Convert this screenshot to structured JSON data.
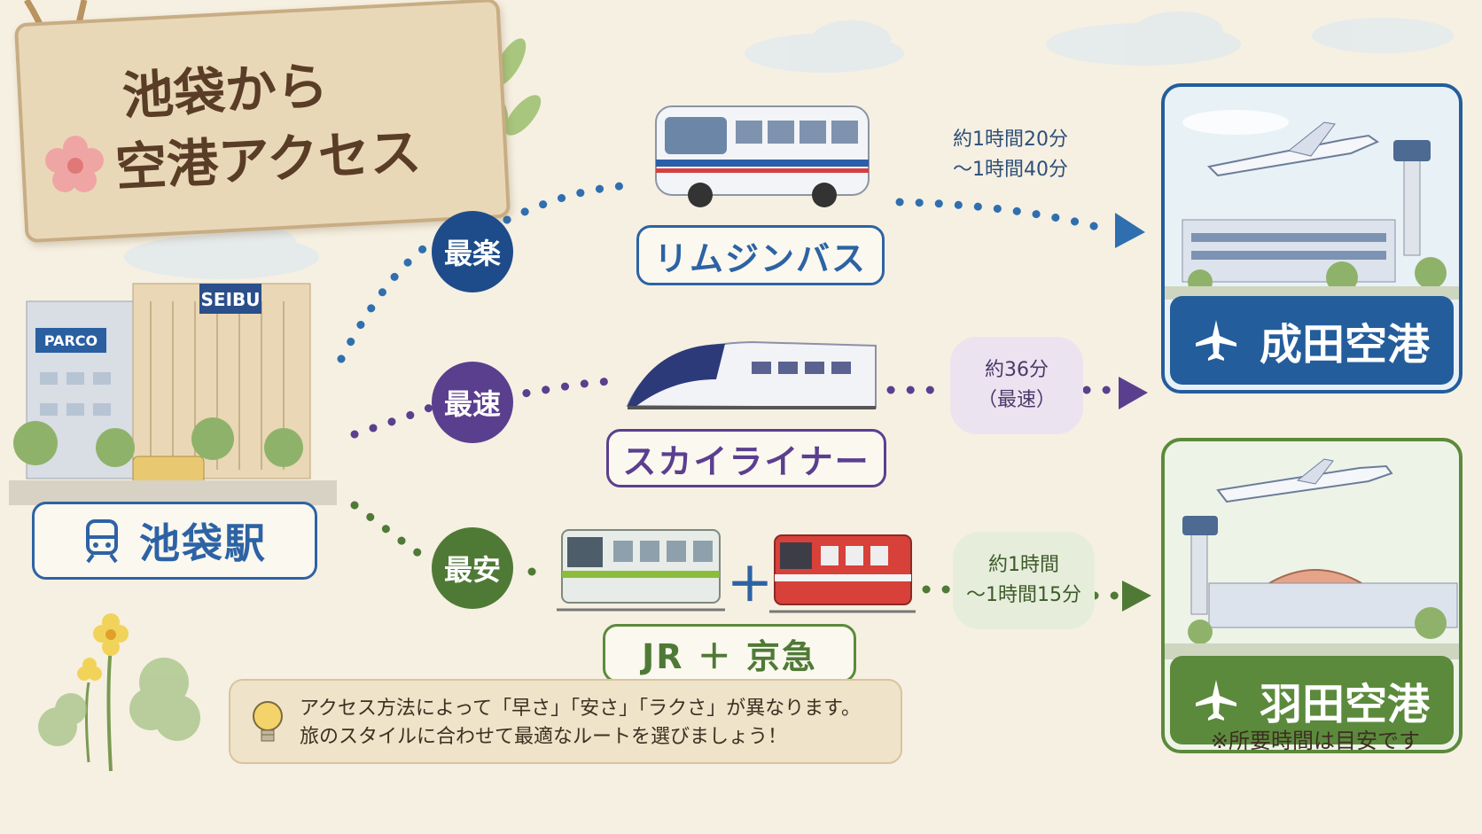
{
  "title": {
    "line1": "池袋から",
    "line2": "空港アクセス"
  },
  "origin": {
    "label": "池袋駅",
    "icon": "train-icon",
    "building_signs": [
      "SEIBU",
      "PARCO"
    ]
  },
  "routes": [
    {
      "badge": "最楽",
      "color": "#1e4c8a",
      "vehicle": "リムジンバス",
      "time_line1": "約1時間20分",
      "time_line2": "〜1時間40分",
      "bubble_color": "#e6eef4",
      "to": "成田空港"
    },
    {
      "badge": "最速",
      "color": "#5b3f8f",
      "vehicle": "スカイライナー",
      "time_line1": "約36分",
      "time_line2": "（最速）",
      "bubble_color": "#ebe3f0",
      "to": "成田空港"
    },
    {
      "badge": "最安",
      "color": "#4f7a36",
      "vehicle": "JR ＋ 京急",
      "time_line1": "約1時間",
      "time_line2": "〜1時間15分",
      "bubble_color": "#e6eedb",
      "to": "羽田空港"
    }
  ],
  "plus_sign": "＋",
  "airports": {
    "narita": {
      "label": "成田空港",
      "color": "#245d9c",
      "icon": "airplane-icon"
    },
    "haneda": {
      "label": "羽田空港",
      "color": "#5b8a3c",
      "icon": "airplane-icon"
    }
  },
  "tip": {
    "icon": "lightbulb-icon",
    "line1": "アクセス方法によって「早さ」「安さ」「ラクさ」が異なります。",
    "line2": "旅のスタイルに合わせて最適なルートを選びましょう！"
  },
  "note": "※所要時間は目安です"
}
